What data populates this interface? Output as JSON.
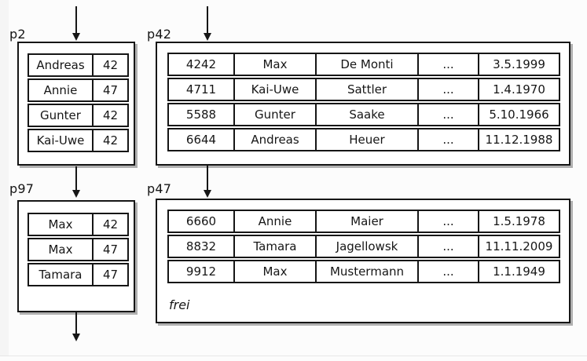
{
  "colors": {
    "ink": "#161616",
    "page_bg": "#ffffff",
    "canvas_bg": "#fcfcfc"
  },
  "pages": {
    "p2": {
      "label": "p2",
      "rows": [
        [
          "Andreas",
          "42"
        ],
        [
          "Annie",
          "47"
        ],
        [
          "Gunter",
          "42"
        ],
        [
          "Kai-Uwe",
          "42"
        ]
      ]
    },
    "p42": {
      "label": "p42",
      "rows": [
        [
          "4242",
          "Max",
          "De Monti",
          "...",
          "3.5.1999"
        ],
        [
          "4711",
          "Kai-Uwe",
          "Sattler",
          "...",
          "1.4.1970"
        ],
        [
          "5588",
          "Gunter",
          "Saake",
          "...",
          "5.10.1966"
        ],
        [
          "6644",
          "Andreas",
          "Heuer",
          "...",
          "11.12.1988"
        ]
      ]
    },
    "p97": {
      "label": "p97",
      "rows": [
        [
          "Max",
          "42"
        ],
        [
          "Max",
          "47"
        ],
        [
          "Tamara",
          "47"
        ]
      ]
    },
    "p47": {
      "label": "p47",
      "rows": [
        [
          "6660",
          "Annie",
          "Maier",
          "...",
          "1.5.1978"
        ],
        [
          "8832",
          "Tamara",
          "Jagellowsk",
          "...",
          "11.11.2009"
        ],
        [
          "9912",
          "Max",
          "Mustermann",
          "...",
          "1.1.1949"
        ]
      ],
      "free_label": "frei"
    }
  }
}
